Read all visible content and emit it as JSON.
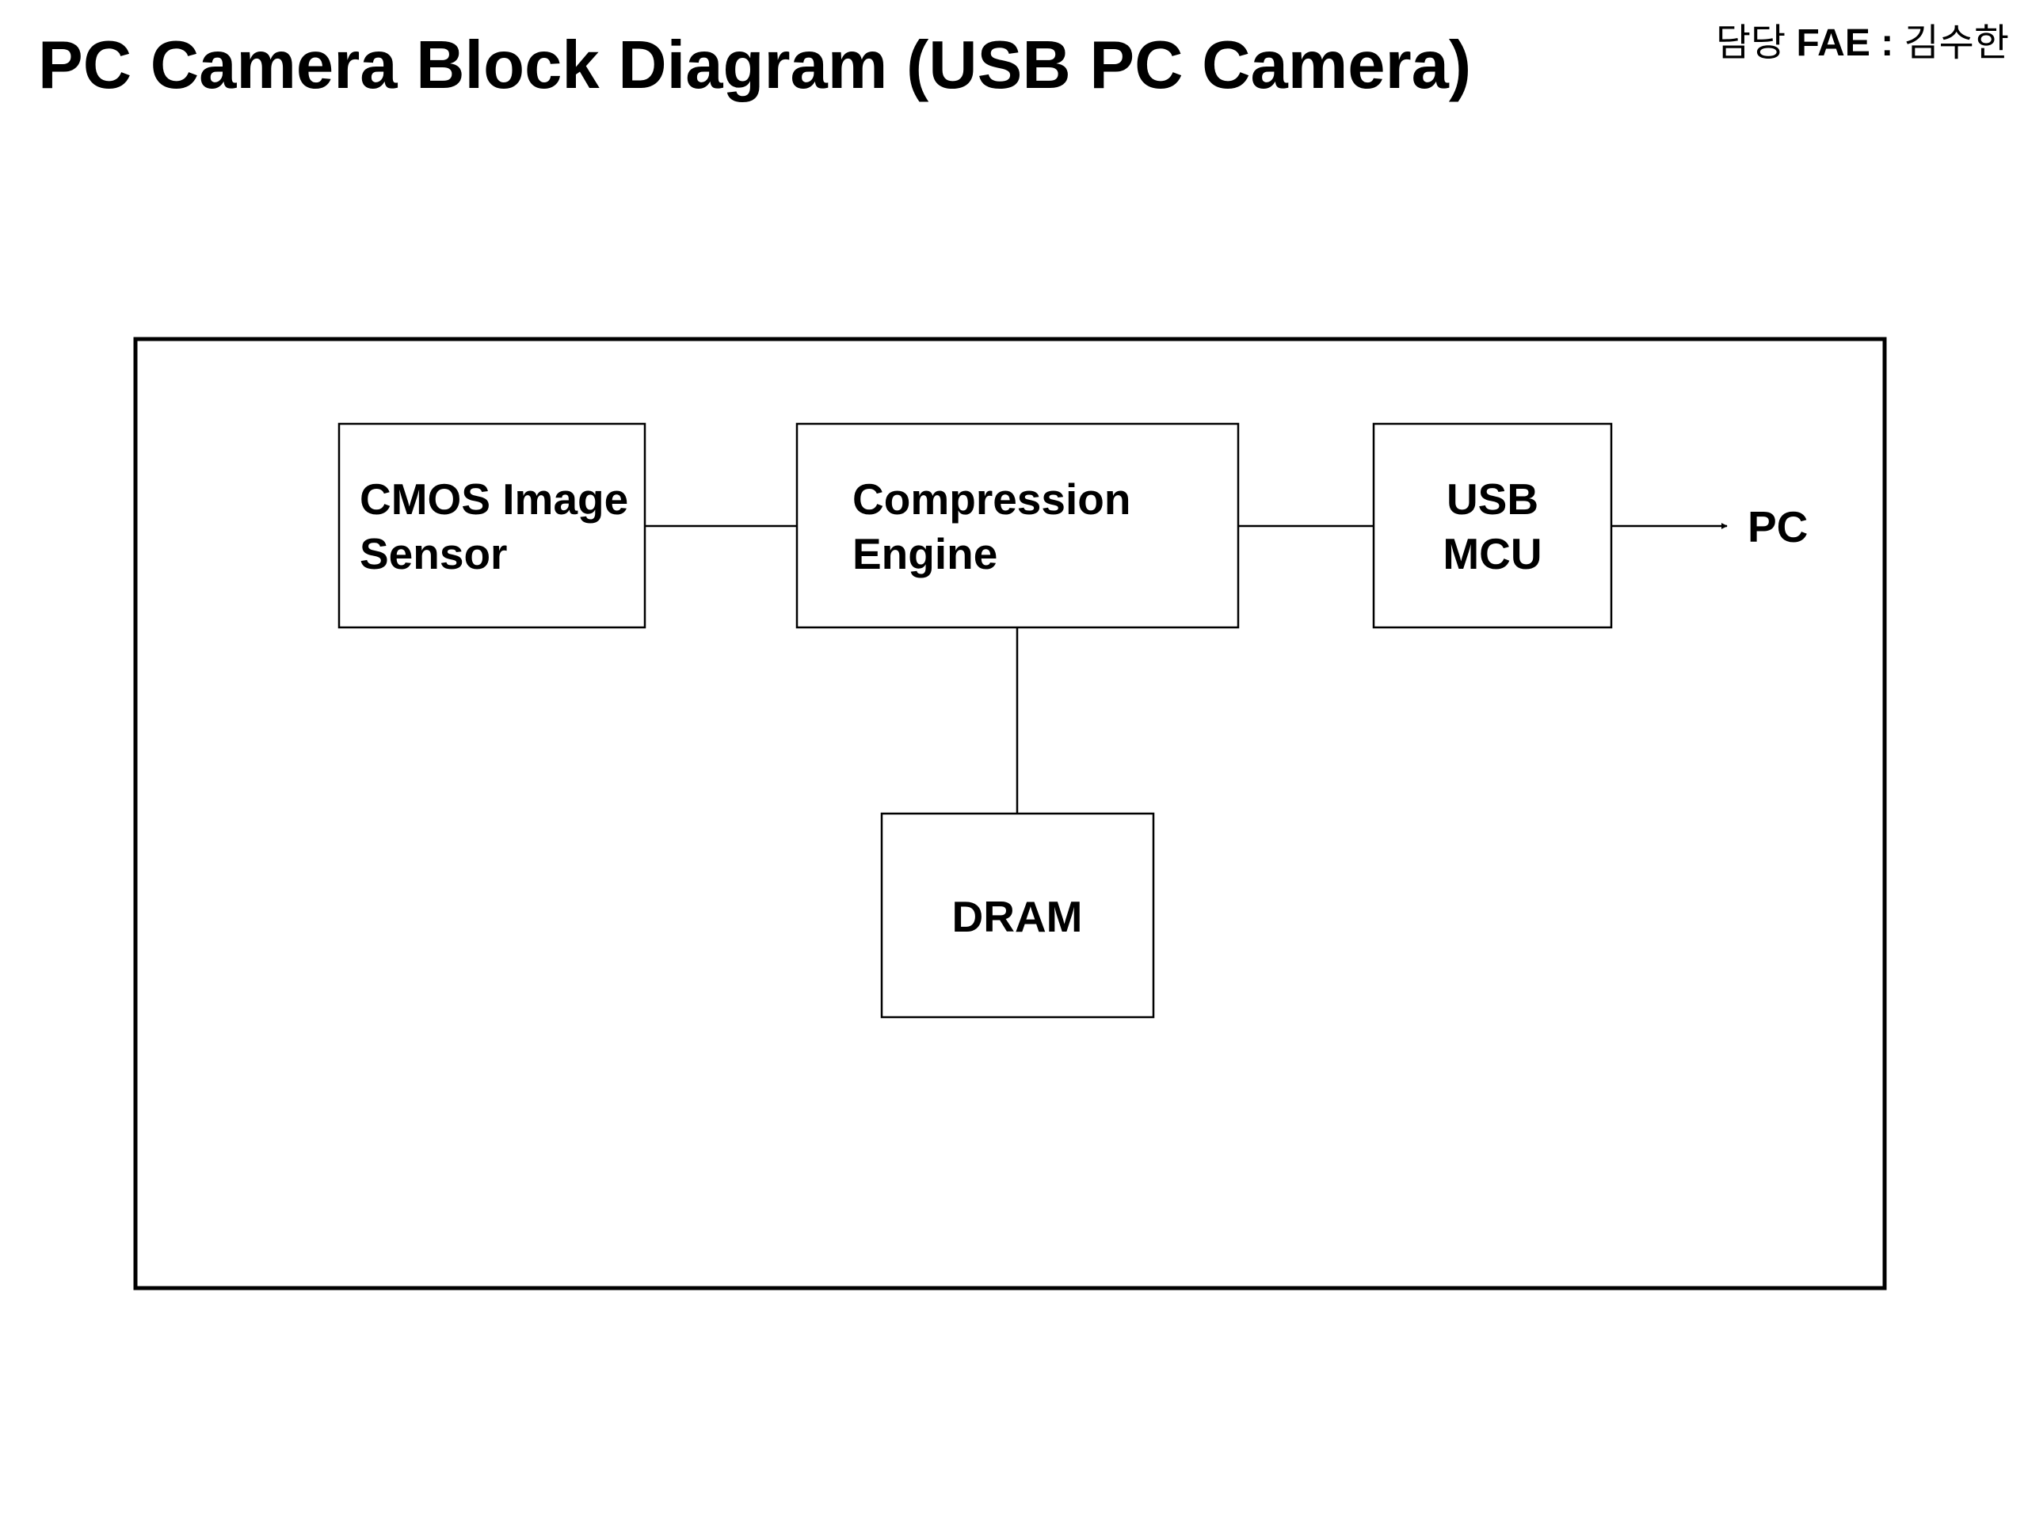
{
  "slide": {
    "title": "PC Camera Block Diagram (USB PC Camera)",
    "fae_prefix": "담당",
    "fae_key": "FAE :",
    "fae_name": "김수한"
  },
  "diagram": {
    "blocks": {
      "cmos_sensor": {
        "line1": "CMOS Image",
        "line2": "Sensor"
      },
      "compression_engine": {
        "line1": "Compression",
        "line2": "Engine"
      },
      "usb_mcu": {
        "line1": "USB",
        "line2": "MCU"
      },
      "dram": {
        "label": "DRAM"
      }
    },
    "output": {
      "label": "PC"
    }
  },
  "colors": {
    "background": "#ffffff",
    "stroke": "#000000",
    "text": "#000000"
  }
}
